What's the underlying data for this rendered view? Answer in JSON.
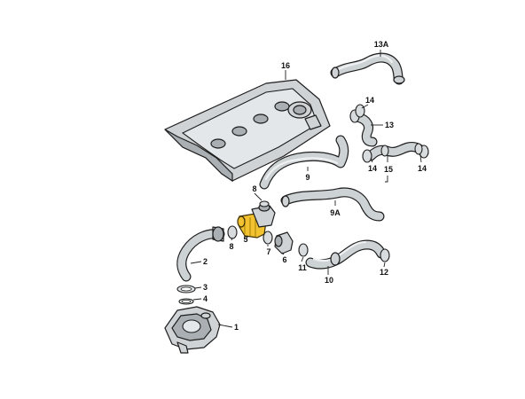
{
  "labels": {
    "l1": "1",
    "l2": "2",
    "l3": "3",
    "l4": "4",
    "l5": "5",
    "l6": "6",
    "l7": "7",
    "l8a": "8",
    "l8b": "8",
    "l9": "9",
    "l9a": "9A",
    "l10": "10",
    "l11": "11",
    "l12": "12",
    "l13": "13",
    "l13a": "13A",
    "l14a": "14",
    "l14b": "14",
    "l14c": "14",
    "l15": "15",
    "l16": "16"
  },
  "colors": {
    "highlight": "#f2c230",
    "part": "#cfd3d6",
    "outline": "#1e1e1e"
  }
}
